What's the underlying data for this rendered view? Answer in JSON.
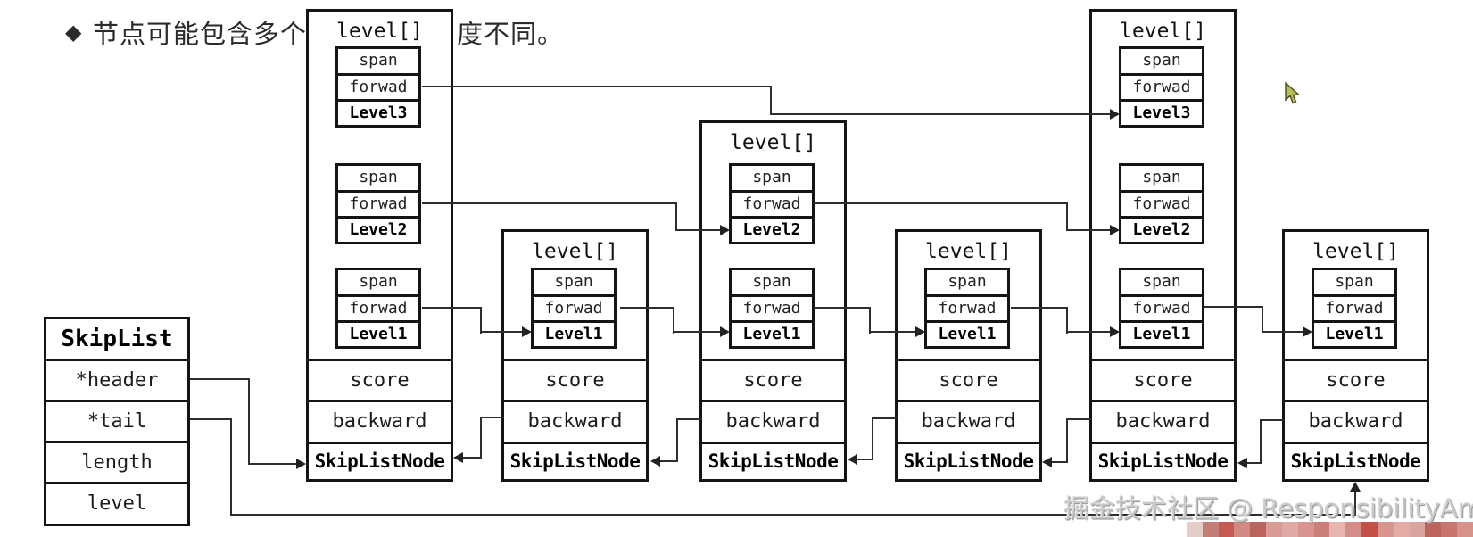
{
  "heading": {
    "bullet": "◆",
    "text_left": "节点可能包含多个",
    "text_right": "度不同。"
  },
  "skiplist_box": {
    "title": "SkipList",
    "fields": [
      "*header",
      "*tail",
      "length",
      "level"
    ]
  },
  "node_labels": {
    "title": "level[]",
    "span": "span",
    "forward": "forwad",
    "score": "score",
    "backward": "backward",
    "footer": "SkipListNode"
  },
  "nodes": [
    {
      "levels": [
        "Level3",
        "Level2",
        "Level1"
      ]
    },
    {
      "levels": [
        "Level1"
      ]
    },
    {
      "levels": [
        "Level2",
        "Level1"
      ]
    },
    {
      "levels": [
        "Level1"
      ]
    },
    {
      "levels": [
        "Level3",
        "Level2",
        "Level1"
      ]
    },
    {
      "levels": [
        "Level1"
      ]
    }
  ],
  "watermark": {
    "text": "掘金技术社区 @ ResponsibilityAmbiti"
  },
  "cursor": {
    "icon": "mouse-pointer"
  },
  "colors": {
    "line": "#2e2e2e",
    "box_border": "#141414",
    "watermark_text": "#c9c9c9",
    "cursor_fill": "#b9bf55"
  },
  "strip_colors": [
    "#e3cdc9",
    "#c27d76",
    "#c65a52",
    "#cf8a83",
    "#bb645d",
    "#d99c95",
    "#dfaaa4",
    "#d8948e",
    "#cb7f78",
    "#e5b5af",
    "#d38d86",
    "#c44f47",
    "#d9968f",
    "#e2aba5",
    "#dca49e",
    "#bb655e",
    "#c9746d",
    "#d8928b"
  ]
}
